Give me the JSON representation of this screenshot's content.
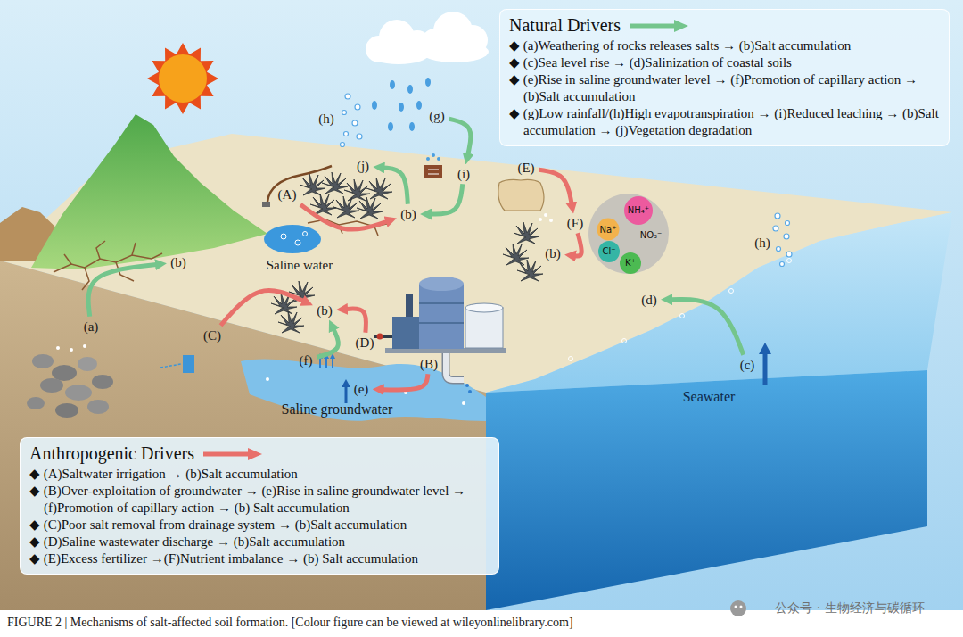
{
  "diagram": {
    "caption": "FIGURE 2 | Mechanisms of salt-affected soil formation. [Colour figure can be viewed at wileyonlinelibrary.com]",
    "nodes": [
      {
        "text": [
          "Natural Drivers",
          "◆ (a)Weathering of rocks releases salts → (b)Salt accumulation",
          "◆ (c)Sea level rise → (d)Salinization of coastal soils",
          "◆ (e)Rise in saline groundwater level → (f)Promotion of capillary action → (b)Salt accumulation",
          "◆ (g)Low rainfall/(h)High evapotranspiration → (i)Reduced leaching → (b)Salt accumulation → (j)Vegetation degradation"
        ]
      },
      {
        "text": [
          "(h)"
        ]
      },
      {
        "text": [
          "(g)"
        ]
      },
      {
        "text": [
          "(j)"
        ]
      },
      {
        "text": [
          "(E)"
        ]
      },
      {
        "text": [
          "(i)"
        ]
      },
      {
        "text": [
          "(A)"
        ]
      },
      {
        "text": [
          "(b)"
        ]
      },
      {
        "text": [
          "(F)"
        ]
      },
      {
        "text": [
          "NO₃⁻"
        ]
      },
      {
        "text": [
          "Na⁺"
        ],
        "in": 9
      },
      {
        "text": [
          "NH₄⁺"
        ],
        "in": 9
      },
      {
        "text": [
          "Cl⁻"
        ],
        "in": 9
      },
      {
        "text": [
          "K⁺"
        ],
        "in": 9
      },
      {
        "text": [
          "(b)"
        ]
      },
      {
        "text": [
          "(h)"
        ]
      },
      {
        "text": [
          "(b)"
        ]
      },
      {
        "text": [
          "(d)"
        ]
      },
      {
        "text": [
          "(b)"
        ]
      },
      {
        "text": [
          "(a)"
        ]
      },
      {
        "text": [
          "(C)"
        ]
      },
      {
        "text": [
          "(D)"
        ]
      },
      {
        "text": [
          "(f)"
        ]
      },
      {
        "text": [
          "(B)"
        ]
      },
      {
        "text": [
          "(c)"
        ]
      },
      {
        "text": [
          "(e)"
        ]
      },
      {
        "text": [
          "Anthropogenic Drivers",
          "◆ (A)Saltwater irrigation → (b)Salt accumulation",
          "◆ (B)Over-exploitation of groundwater → (e)Rise in saline groundwater level → (f)Promotion of capillary action → (b) Salt accumulation",
          "◆ (C)Poor salt removal from drainage system → (b)Salt accumulation",
          "◆ (D)Saline wastewater discharge → (b)Salt accumulation",
          "◆ (E)Excess fertilizer →(F)Nutrient imbalance → (b) Salt accumulation"
        ]
      }
    ],
    "edges": [
      {
        "from": 19,
        "to": 16,
        "arrow": "to"
      },
      {
        "from": 24,
        "to": 17,
        "arrow": "to"
      },
      {
        "from": 22,
        "to": 18,
        "arrow": "to"
      },
      {
        "from": 2,
        "to": 5,
        "arrow": "to"
      },
      {
        "from": 5,
        "to": 7,
        "arrow": "to"
      },
      {
        "from": 7,
        "to": 3,
        "arrow": "to"
      },
      {
        "from": 6,
        "to": 7,
        "arrow": "to"
      },
      {
        "from": 4,
        "to": 8,
        "arrow": "to"
      },
      {
        "from": 8,
        "to": 14,
        "arrow": "to"
      },
      {
        "from": 20,
        "to": 18,
        "arrow": "to"
      },
      {
        "from": 21,
        "to": 18,
        "arrow": "to"
      },
      {
        "from": 23,
        "to": 25,
        "arrow": "to"
      }
    ],
    "labels": [
      "Saline water",
      "Saline groundwater",
      "Seawater",
      "公众号 · 生物经济与碳循环"
    ]
  }
}
